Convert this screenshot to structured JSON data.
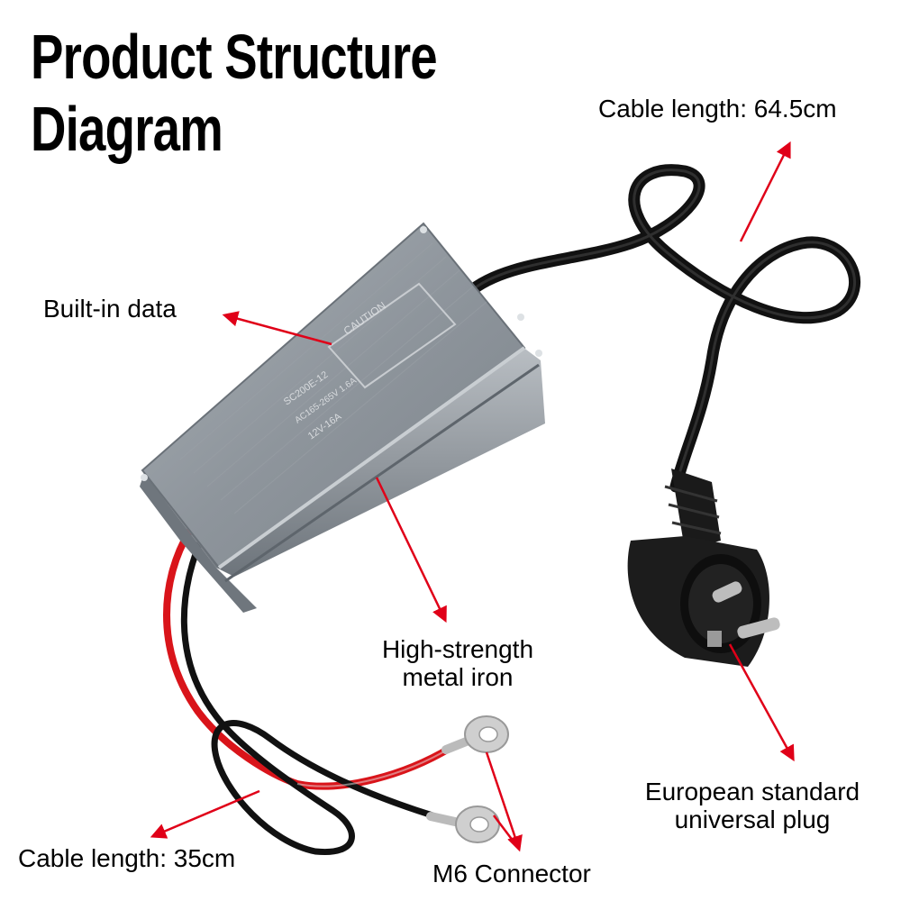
{
  "title": {
    "line1": "Product Structure",
    "line2": "Diagram"
  },
  "labels": {
    "cable_top": "Cable length: 64.5cm",
    "built_in": "Built-in data",
    "metal_line1": "High-strength",
    "metal_line2": "metal iron",
    "plug_line1": "European standard",
    "plug_line2": "universal plug",
    "cable_bottom": "Cable length: 35cm",
    "connector": "M6 Connector"
  },
  "device_text": {
    "caution": "CAUTION",
    "model": "SC200E-12",
    "input": "AC165-265V 1.6A",
    "output": "12V-16A"
  },
  "colors": {
    "arrow": "#e00018",
    "housing": "#8e959c",
    "cable": "#111111",
    "red_wire": "#d9141a",
    "ring_terminal": "#c8c8c8"
  }
}
